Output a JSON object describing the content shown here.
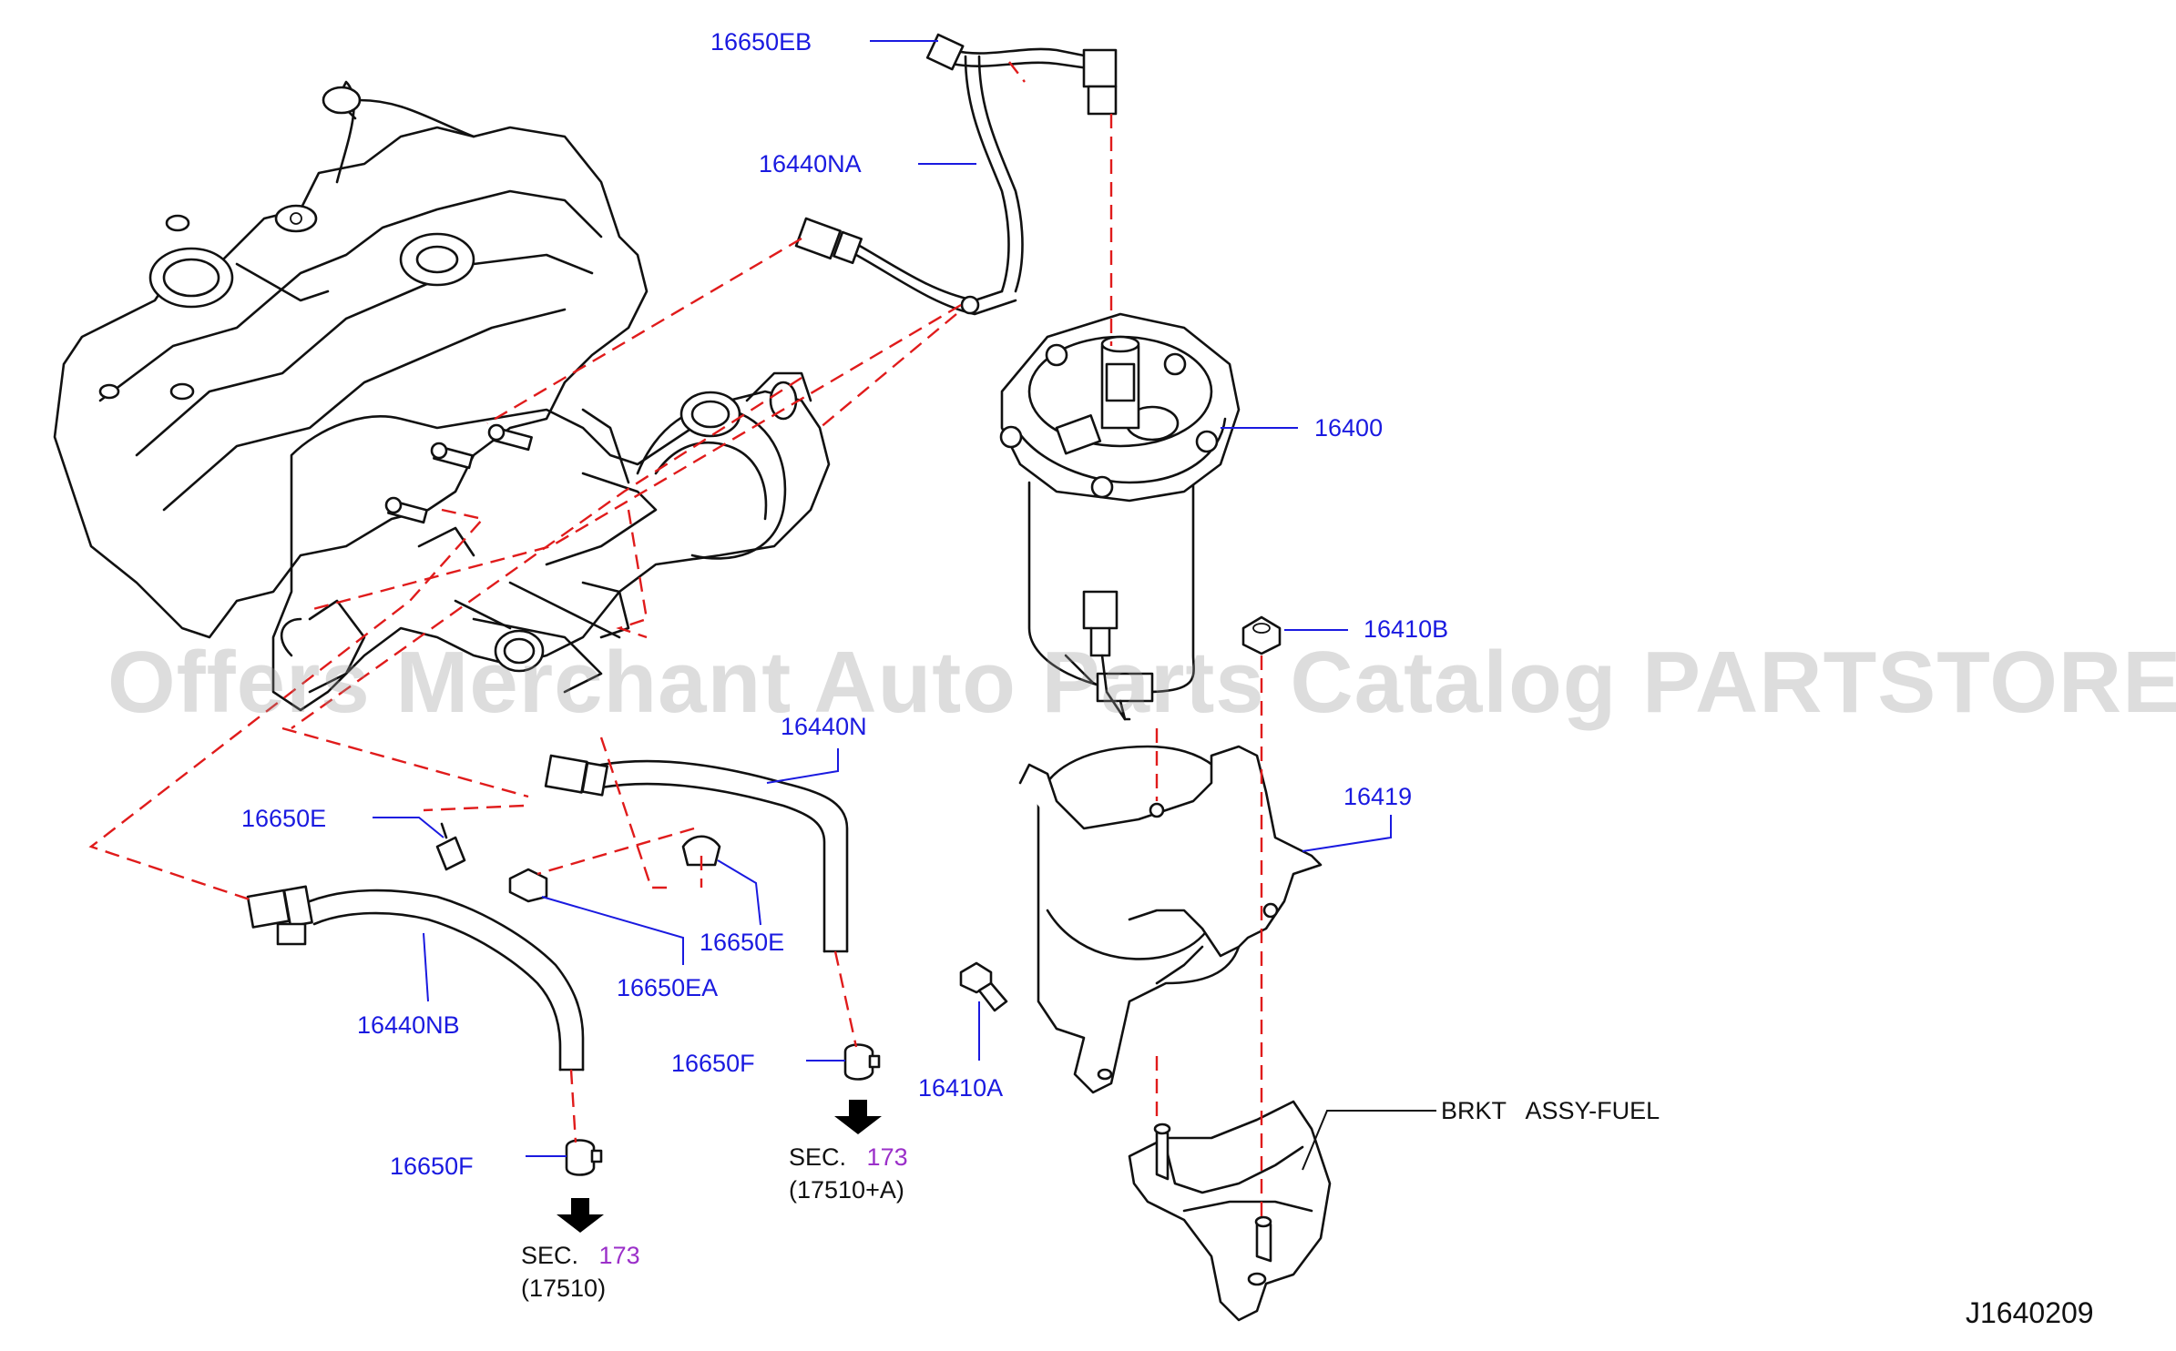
{
  "diagram_id": "J1640209",
  "watermark": "Offers Merchant Auto Parts Catalog PARTSTORE.SA",
  "labels": {
    "p16650EB": "16650EB",
    "p16440NA": "16440NA",
    "p16400": "16400",
    "p16410B": "16410B",
    "p16440N": "16440N",
    "p16419": "16419",
    "p16650E_left": "16650E",
    "p16650E_right": "16650E",
    "p16650EA": "16650EA",
    "p16440NB": "16440NB",
    "p16650F_right": "16650F",
    "p16650F_left": "16650F",
    "p16410A": "16410A",
    "brkt": "BRKT   ASSY-FUEL"
  },
  "sections": {
    "right": {
      "prefix": "SEC.",
      "num": "173",
      "sub": "(17510+A)"
    },
    "left": {
      "prefix": "SEC.",
      "num": "173",
      "sub": "(17510)"
    }
  },
  "colors": {
    "label": "#1a1ae0",
    "dashed_line": "#e01b1b",
    "section_number": "#9b30c9",
    "watermark": "#969696"
  },
  "icons": [
    "down-arrow-icon",
    "down-arrow-icon"
  ]
}
